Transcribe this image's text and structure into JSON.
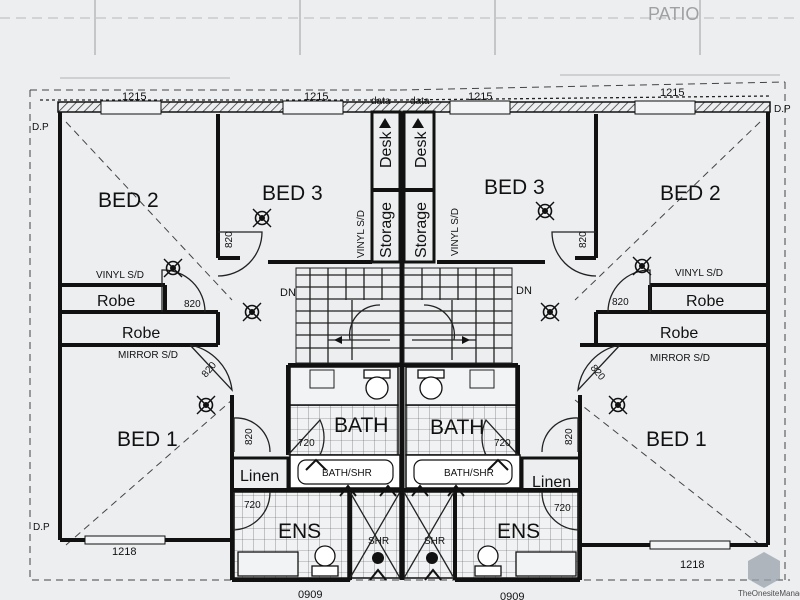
{
  "dimensions": {
    "top": [
      "1215",
      "1215",
      "1215",
      "1215"
    ],
    "bottom_left": "1218",
    "bottom_right": "1218",
    "bottom_center_left": "0909",
    "bottom_center_right": "0909",
    "door_820": "820",
    "door_720": "720"
  },
  "markers": {
    "dp_top_left": "D.P",
    "dp_bottom_left": "D.P",
    "dp_top_right": "D.P",
    "data": "data"
  },
  "left_unit": {
    "bed2": "BED 2",
    "bed3": "BED 3",
    "bed1": "BED 1",
    "robe_top": "Robe",
    "robe_bottom": "Robe",
    "vinyl_sd": "VINYL S/D",
    "mirror_sd": "MIRROR S/D",
    "vinyl_sd_vertical": "VINYL S/D",
    "desk": "Desk",
    "storage": "Storage",
    "dn": "DN",
    "bath": "BATH",
    "bath_shr": "BATH/SHR",
    "linen": "Linen",
    "ens": "ENS",
    "shr": "SHR"
  },
  "right_unit": {
    "bed2": "BED 2",
    "bed3": "BED 3",
    "bed1": "BED 1",
    "robe_top": "Robe",
    "robe_bottom": "Robe",
    "vinyl_sd": "VINYL S/D",
    "mirror_sd": "MIRROR S/D",
    "vinyl_sd_vertical": "VINYL S/D",
    "desk": "Desk",
    "storage": "Storage",
    "dn": "DN",
    "bath": "BATH",
    "bath_shr": "BATH/SHR",
    "linen": "Linen",
    "ens": "ENS",
    "shr": "SHR"
  },
  "faded_top": {
    "patio": "PATIO"
  },
  "watermark": {
    "text": "TheOnesiteManager"
  },
  "icons": [
    "light-fixture-icon",
    "stair-arrow-icon",
    "data-arrow-icon",
    "toilet-icon",
    "bathtub-icon",
    "watermark-logo-icon"
  ]
}
